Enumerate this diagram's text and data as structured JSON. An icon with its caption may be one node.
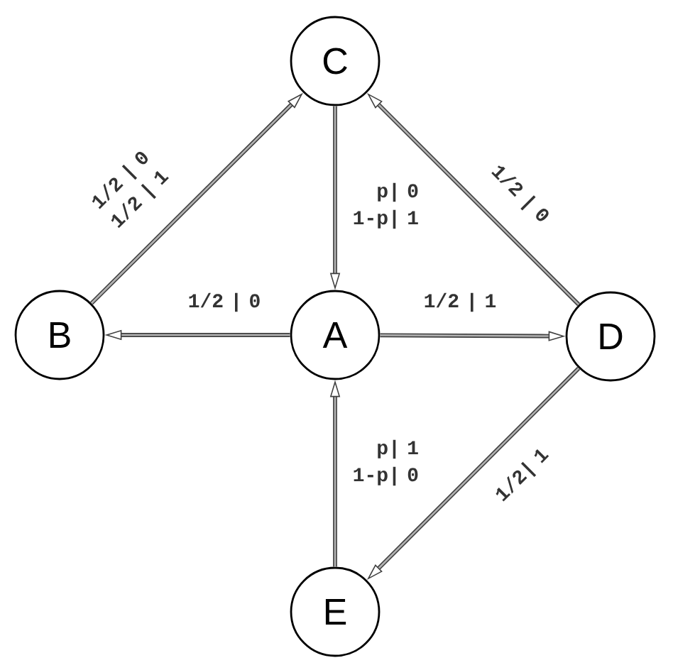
{
  "diagram": {
    "nodes": [
      {
        "text": [
          "C"
        ]
      },
      {
        "text": [
          "B"
        ]
      },
      {
        "text": [
          "A"
        ]
      },
      {
        "text": [
          "D"
        ]
      },
      {
        "text": [
          "E"
        ]
      }
    ],
    "edges": [
      {
        "from": 1,
        "to": 0,
        "arrow": "to",
        "label": "1/2 | 0 1/2 | 1"
      },
      {
        "from": 0,
        "to": 2,
        "arrow": "to",
        "label": "p| 0 1-p| 1"
      },
      {
        "from": 3,
        "to": 0,
        "arrow": "to",
        "label": "1/2 | 0"
      },
      {
        "from": 2,
        "to": 1,
        "arrow": "to",
        "label": "1/2 | 0"
      },
      {
        "from": 2,
        "to": 3,
        "arrow": "to",
        "label": "1/2 | 1"
      },
      {
        "from": 4,
        "to": 2,
        "arrow": "to",
        "label": "p| 1 1-p| 0"
      },
      {
        "from": 3,
        "to": 4,
        "arrow": "to",
        "label": "1/2| 1"
      }
    ]
  }
}
